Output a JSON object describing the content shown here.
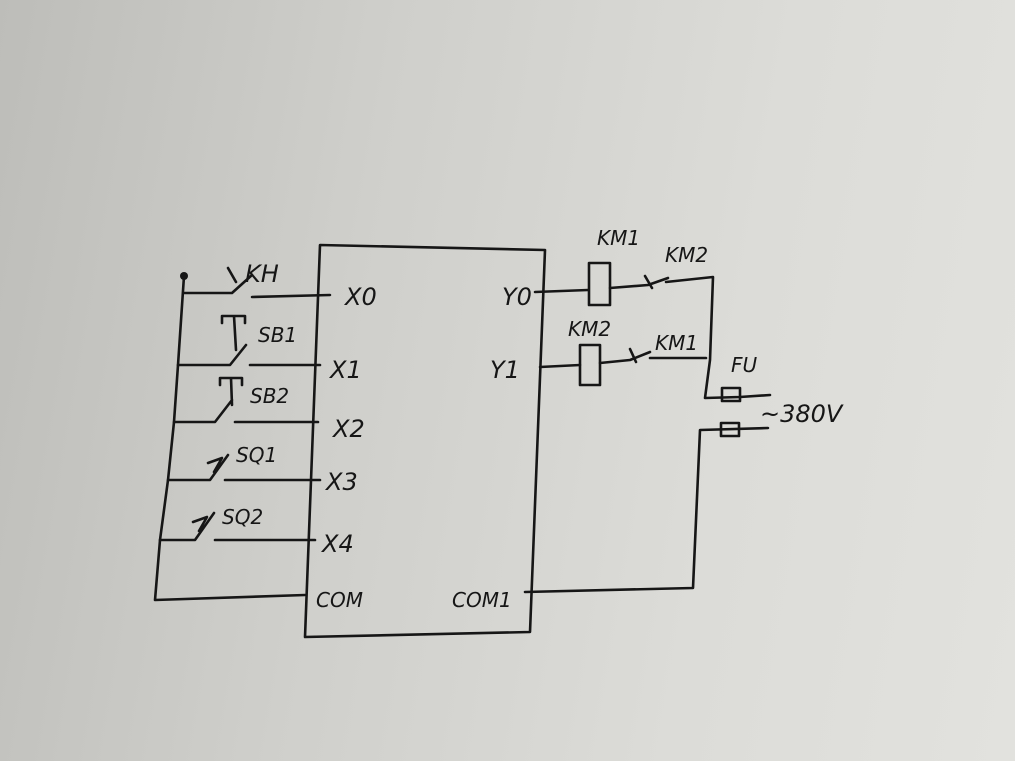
{
  "diagram": {
    "inputs": [
      {
        "terminal": "X0",
        "device": "KH"
      },
      {
        "terminal": "X1",
        "device": "SB1"
      },
      {
        "terminal": "X2",
        "device": "SB2"
      },
      {
        "terminal": "X3",
        "device": "SQ1"
      },
      {
        "terminal": "X4",
        "device": "SQ2"
      }
    ],
    "input_common": "COM",
    "outputs": [
      {
        "terminal": "Y0",
        "coil": "KM1",
        "interlock": "KM2"
      },
      {
        "terminal": "Y1",
        "coil": "KM2",
        "interlock": "KM1"
      }
    ],
    "output_common": "COM1",
    "fuse": "FU",
    "supply": "~380V"
  }
}
